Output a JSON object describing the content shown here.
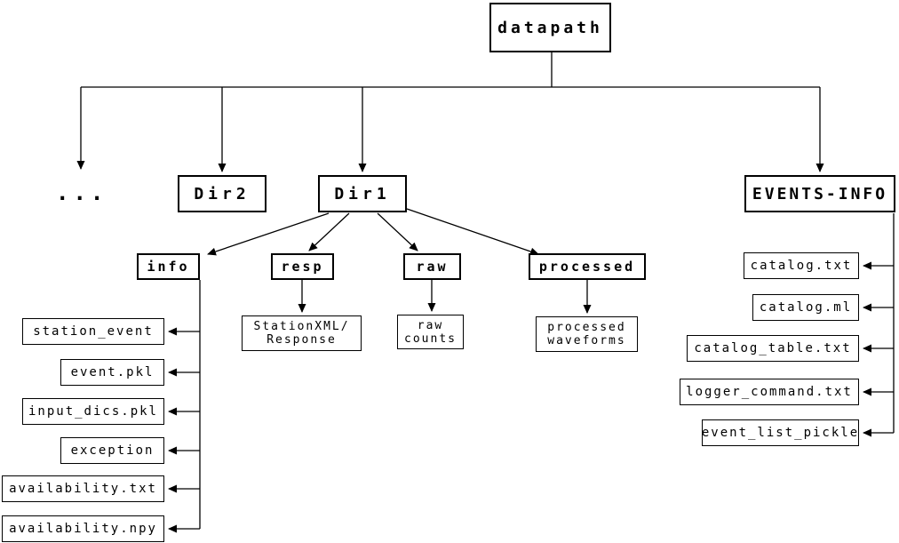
{
  "diagram": {
    "title": "datapath directory structure tree",
    "root": {
      "label": "datapath"
    },
    "branches": {
      "ellipsis": {
        "label": "..."
      },
      "dir2": {
        "label": "Dir2"
      },
      "dir1": {
        "label": "Dir1"
      },
      "events_info": {
        "label": "EVENTS-INFO"
      }
    },
    "dir1_children": {
      "info": {
        "label": "info"
      },
      "resp": {
        "label": "resp",
        "child_line1": "StationXML/",
        "child_line2": "Response"
      },
      "raw": {
        "label": "raw",
        "child_line1": "raw",
        "child_line2": "counts"
      },
      "processed": {
        "label": "processed",
        "child_line1": "processed",
        "child_line2": "waveforms"
      }
    },
    "info_files": [
      "station_event",
      "event.pkl",
      "input_dics.pkl",
      "exception",
      "availability.txt",
      "availability.npy"
    ],
    "events_info_files": [
      "catalog.txt",
      "catalog.ml",
      "catalog_table.txt",
      "logger_command.txt",
      "event_list_pickle"
    ],
    "colors": {
      "background": "#ffffff",
      "line": "#000000",
      "border": "#000000",
      "text": "#000000"
    }
  }
}
